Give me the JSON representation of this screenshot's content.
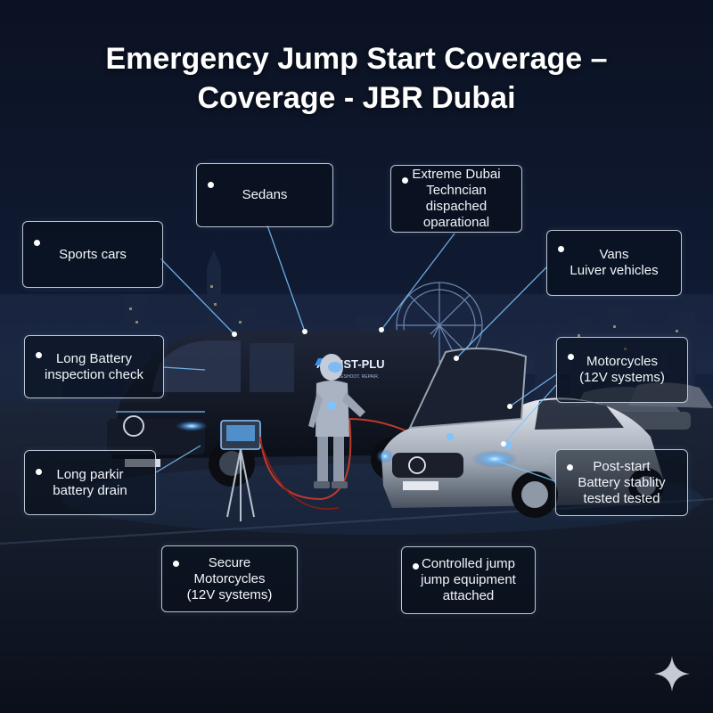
{
  "title": {
    "line1": "Emergency Jump Start Coverage –",
    "line2": "Coverage - JBR Dubai"
  },
  "van_brand": "ASSIST-PLU",
  "van_tagline": "TROUBLESHOOT. REPAIR.",
  "callouts": {
    "sedans": [
      "Sedans"
    ],
    "extreme": [
      "Extreme Dubai",
      "Techncian dispached",
      "oparational"
    ],
    "sports": [
      "Sports cars"
    ],
    "vans": [
      "Vans",
      "Luiver vehicles"
    ],
    "battery": [
      "Long Battery",
      "inspection check"
    ],
    "moto_top": [
      "Motorcycles",
      "(12V systems)"
    ],
    "parking": [
      "Long parkir",
      "battery drain"
    ],
    "poststart": [
      "Post-start",
      "Battery stablity",
      "tested tested"
    ],
    "secure": [
      "Secure",
      "Motorcycles",
      "(12V systems)"
    ],
    "controlled": [
      "Controlled jump",
      "jump equipment",
      "attached"
    ]
  },
  "colors": {
    "background": "#0a1120",
    "glow": "#5fb4ff",
    "box_border": "#dce4f0",
    "cable": "#c0392b"
  }
}
